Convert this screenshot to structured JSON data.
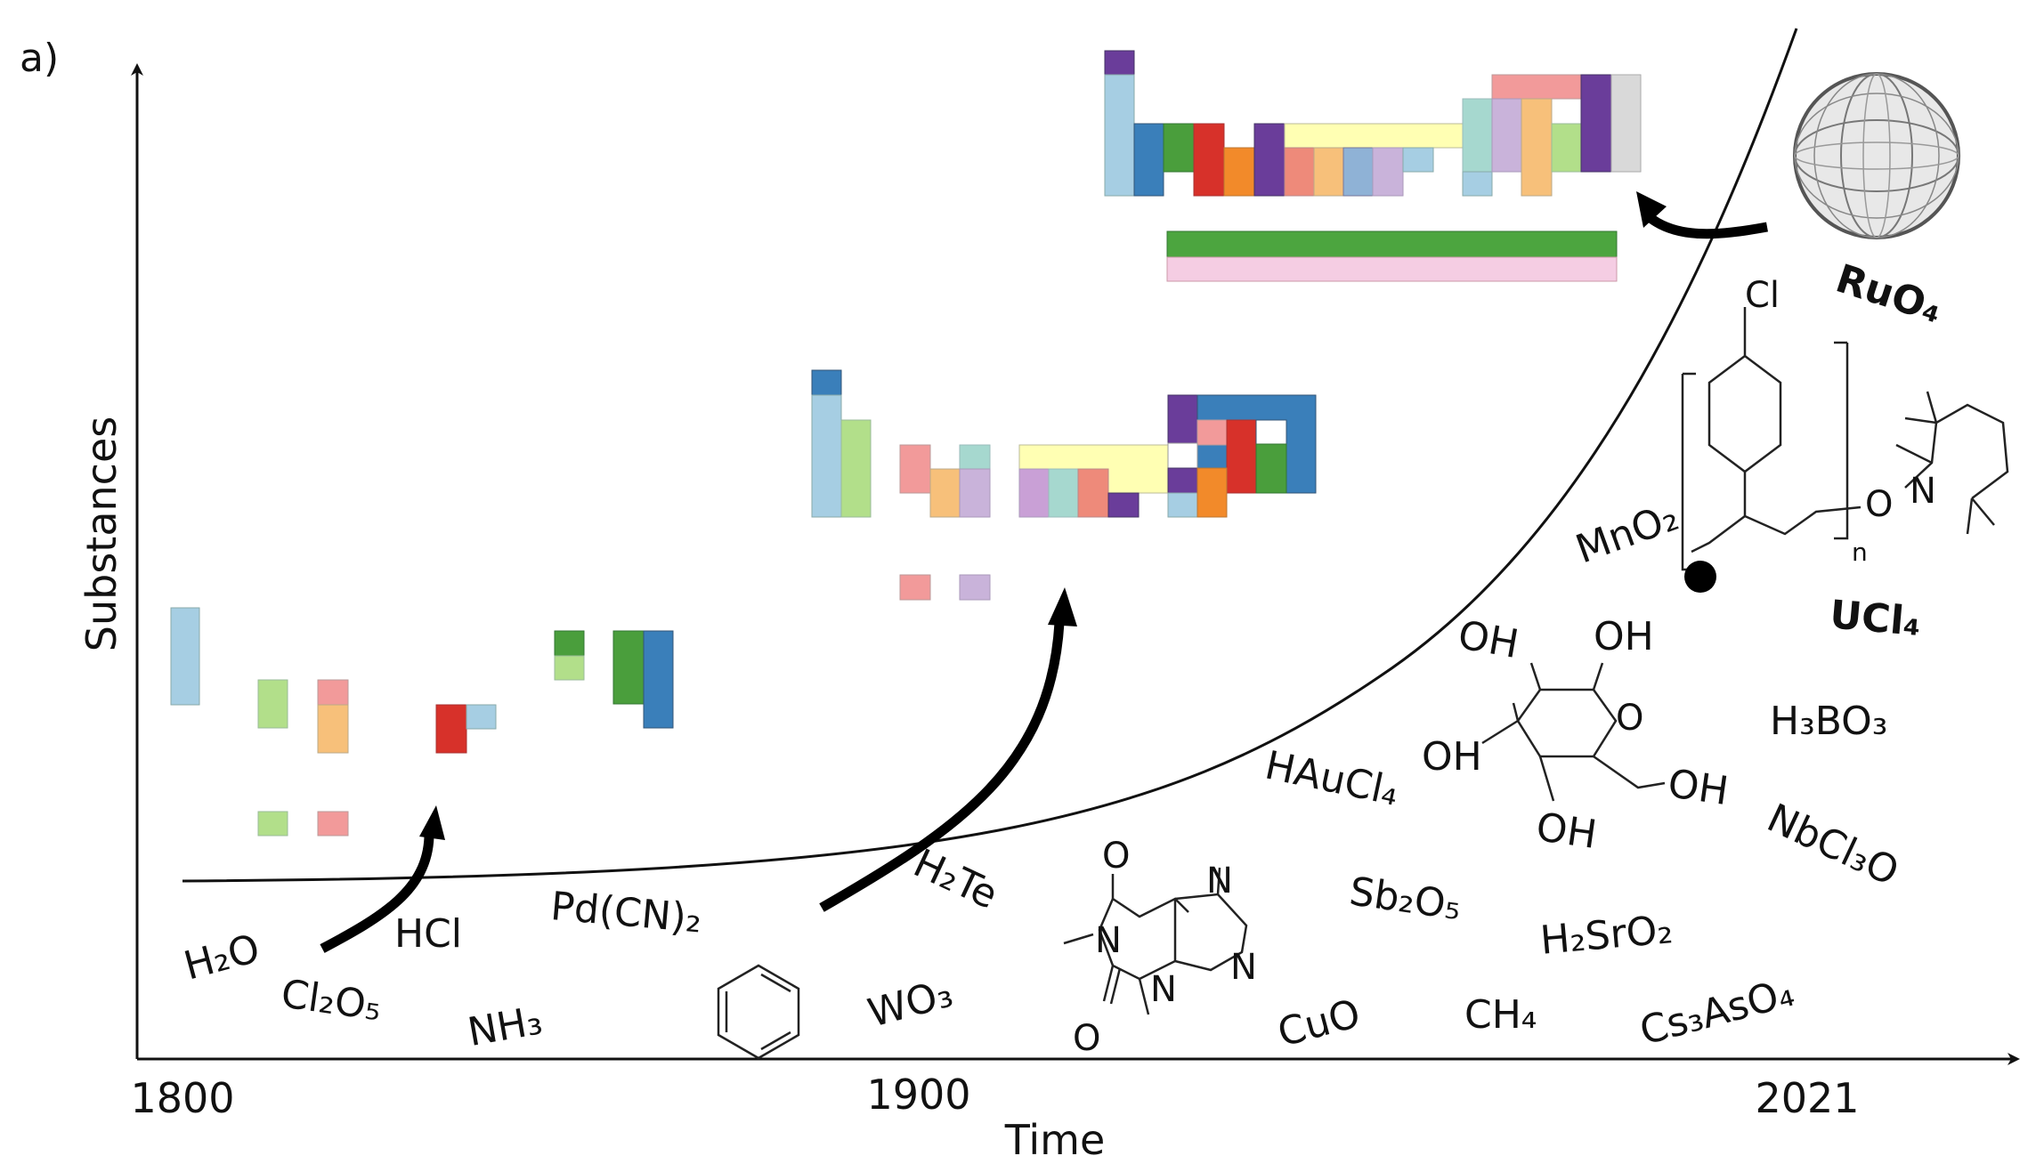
{
  "panel_label": "a)",
  "axes": {
    "xlabel": "Time",
    "ylabel": "Substances",
    "x_ticks": [
      "1800",
      "1900",
      "2021"
    ]
  },
  "colors": {
    "light_blue": "#a6cee3",
    "blue": "#3a7fba",
    "light_green": "#b2df8a",
    "green": "#4a9e3c",
    "pink": "#f29a9a",
    "red": "#d7312a",
    "light_orange": "#f7c07a",
    "orange": "#f28a2a",
    "light_purple": "#c9b3da",
    "purple": "#6a3d9a",
    "yellow": "#ffffb3",
    "teal": "#a6d8cf",
    "salmon": "#ee8a7a",
    "grey": "#d9d9d9",
    "bar_green": "#4ca53f",
    "bar_pink": "#f5cde3",
    "curve": "#111111",
    "arrow": "#000000"
  },
  "chemicals": [
    {
      "text": "H₂O"
    },
    {
      "text": "Cl₂O₅"
    },
    {
      "text": "HCl"
    },
    {
      "text": "NH₃"
    },
    {
      "text": "Pd(CN)₂"
    },
    {
      "text": "H₂Te"
    },
    {
      "text": "WO₃"
    },
    {
      "text": "HAuCl₄"
    },
    {
      "text": "Sb₂O₅"
    },
    {
      "text": "CuO"
    },
    {
      "text": "CH₄"
    },
    {
      "text": "H₂SrO₂"
    },
    {
      "text": "Cs₃AsO₄"
    },
    {
      "text": "NbCl₃O"
    },
    {
      "text": "H₃BO₃"
    },
    {
      "text": "MnO₂"
    },
    {
      "text": "UCl₄"
    },
    {
      "text": "RuO₄"
    }
  ],
  "structure_labels": {
    "caffeine": {
      "o_top": "O",
      "n_top": "N",
      "o_bottom": "O",
      "n_left": "N",
      "n_bottom": "N",
      "n_right": "N"
    },
    "glucose": {
      "oh1": "OH",
      "oh2": "OH",
      "oh3": "OH",
      "oh4": "OH",
      "oh5": "OH",
      "ring_o": "O"
    },
    "polymer": {
      "cl": "Cl",
      "o": "O",
      "n": "N",
      "sub_n": "n"
    }
  }
}
